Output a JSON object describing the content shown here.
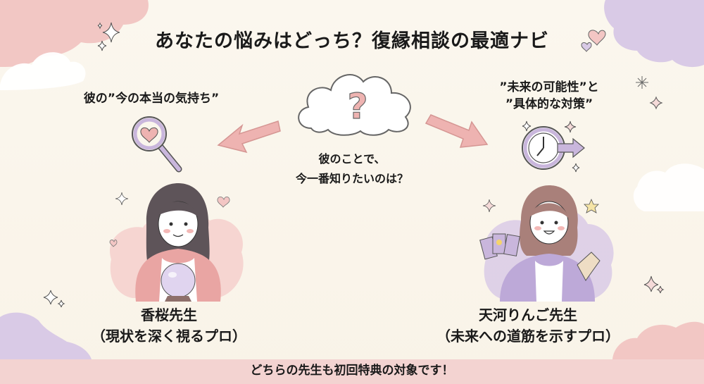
{
  "header": {
    "title": "あなたの悩みはどっち？復縁相談の最適ナビ"
  },
  "center": {
    "cloud_icon": "question-cloud-icon",
    "question_mark": "?",
    "question_line1": "彼のことで、",
    "question_line2": "今一番知りたいのは？"
  },
  "left_option": {
    "heading": "彼の”今の本当の気持ち”",
    "icon": "magnifier-heart-icon",
    "arrow": "arrow-down-left-icon",
    "advisor_name": "香桜先生",
    "advisor_tagline": "（現状を深く視るプロ）"
  },
  "right_option": {
    "heading_line1": "”未来の可能性”と",
    "heading_line2": "”具体的な対策”",
    "icon": "clock-forward-icon",
    "arrow": "arrow-down-right-icon",
    "advisor_name": "天河りんご先生",
    "advisor_tagline": "（未来への道筋を示すプロ）"
  },
  "footer": {
    "text": "どちらの先生も初回特典の対象です！"
  },
  "colors": {
    "background": "#faf6ec",
    "pink": "#f2c4c2",
    "lavender": "#d8c8e6",
    "arrow_pink": "#eeb3b1",
    "footer": "#f3d3d1"
  }
}
